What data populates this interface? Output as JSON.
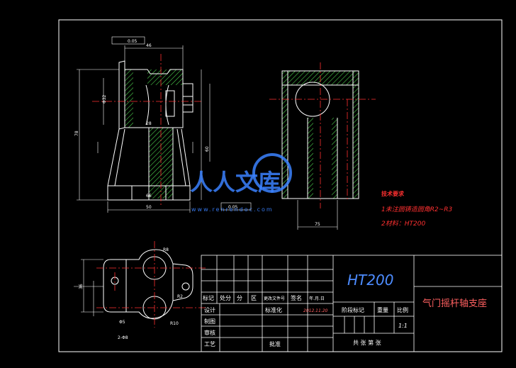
{
  "colors": {
    "background": "#000000",
    "outline": "#ffffff",
    "hatch": "#4dd14d",
    "center_line": "#ff3030",
    "dimension": "#ffffff",
    "tech_text": "#ff3030",
    "material_text": "#4d8cff",
    "watermark": "#3b82ff"
  },
  "tech_requirements": {
    "title": "技术要求",
    "line1": "1未注圆铸造圆角R2~R3",
    "line2": "2材料：HT200"
  },
  "watermark": {
    "brand": "人人文库",
    "url": "www.renrendoc.com"
  },
  "dimensions": {
    "front_width": "46",
    "front_tol": "0.05",
    "front_bore": "Φ32",
    "front_height": "78",
    "front_base_width": "50",
    "front_flange": "28",
    "front_right_height": "60",
    "front_small": "66",
    "front_tol2": "0.05",
    "side_width": "75",
    "plan_height": "36",
    "plan_r1": "R8",
    "plan_r2": "R2",
    "plan_r3": "R10",
    "plan_hole": "2-Φ8",
    "plan_d": "Φ5"
  },
  "title_block": {
    "material": "HT200",
    "part_name": "气门摇杆轴支座",
    "col_mark": "标记",
    "col_qty": "处分",
    "col_zone": "分",
    "col_area": "区",
    "col_doc": "更改文件号",
    "col_sign": "签名",
    "col_date": "年.月.日",
    "row_design": "设计",
    "row_draw": "制图",
    "row_check": "审核",
    "row_process": "工艺",
    "row_standard": "标准化",
    "row_approve": "批准",
    "date": "2012.11.20",
    "stage": "阶段标记",
    "weight": "重量",
    "scale_label": "比例",
    "scale": "1:1",
    "sheets": "共 张 第 张"
  }
}
